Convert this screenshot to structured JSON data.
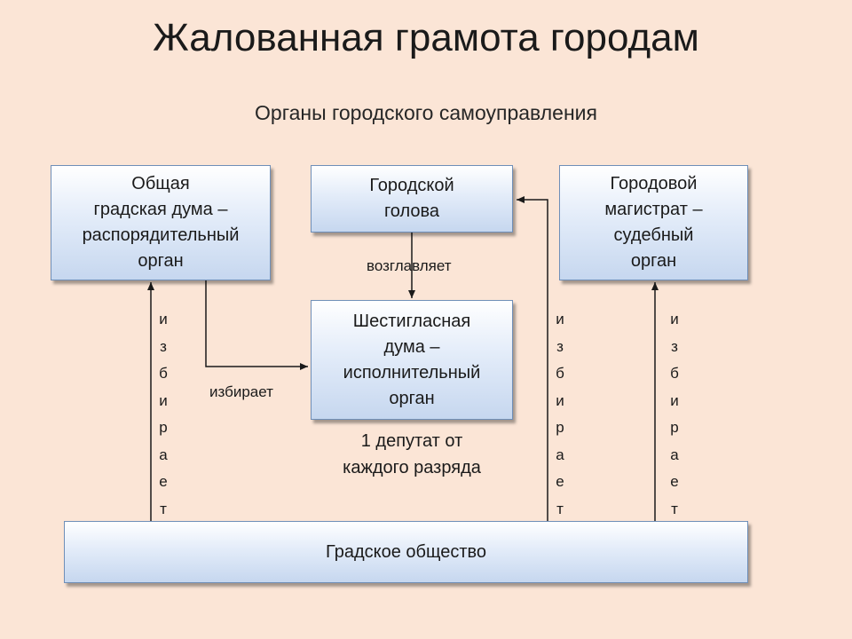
{
  "title": "Жалованная грамота городам",
  "subtitle": "Органы городского самоуправления",
  "boxes": {
    "duma": "Общая\nградская дума –\nраспорядительный\nорган",
    "golova": "Городской\nголова",
    "magistrat": "Городовой\nмагистрат –\nсудебный\nорган",
    "shestiglasnaya": "Шестигласная\nдума –\nисполнительный\nорган",
    "society": "Градское общество"
  },
  "labels": {
    "heads": "возглавляет",
    "elects_horizontal": "избирает",
    "elects_vertical": "и\nз\nб\nи\nр\nа\nе\nт",
    "deputy_note": "1 депутат от\nкаждого разряда"
  },
  "colors": {
    "background": "#fbe5d6",
    "box_fill_top": "#ffffff",
    "box_fill_bottom": "#c6d7ef",
    "box_border": "#6f8fb8",
    "arrow": "#1a1a1a"
  }
}
